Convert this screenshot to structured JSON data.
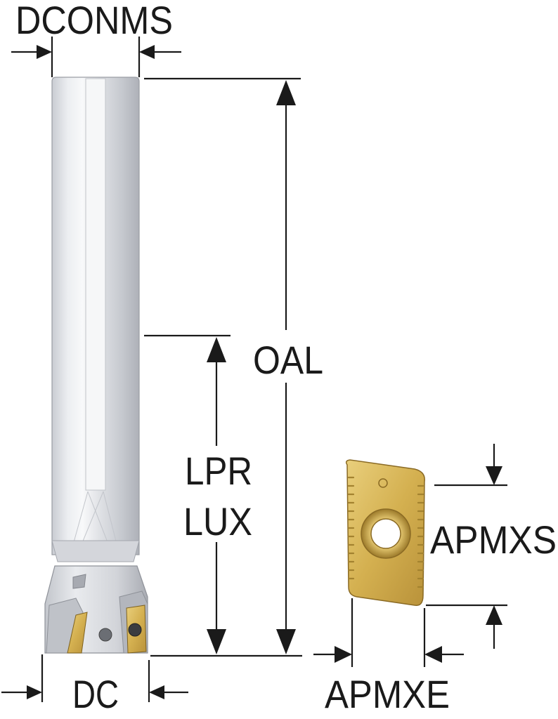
{
  "labels": {
    "dconms": "DCONMS",
    "oal": "OAL",
    "lpr": "LPR",
    "lux": "LUX",
    "apmxs": "APMXS",
    "dc": "DC",
    "apmxe": "APMXE"
  },
  "colors": {
    "line": "#1a1a1a",
    "shank_light": "#f2f3f5",
    "shank_mid": "#d9dbe0",
    "shank_dark": "#b8bbc2",
    "insert_gold": "#d9b65a",
    "insert_gold_dark": "#a8862e"
  }
}
